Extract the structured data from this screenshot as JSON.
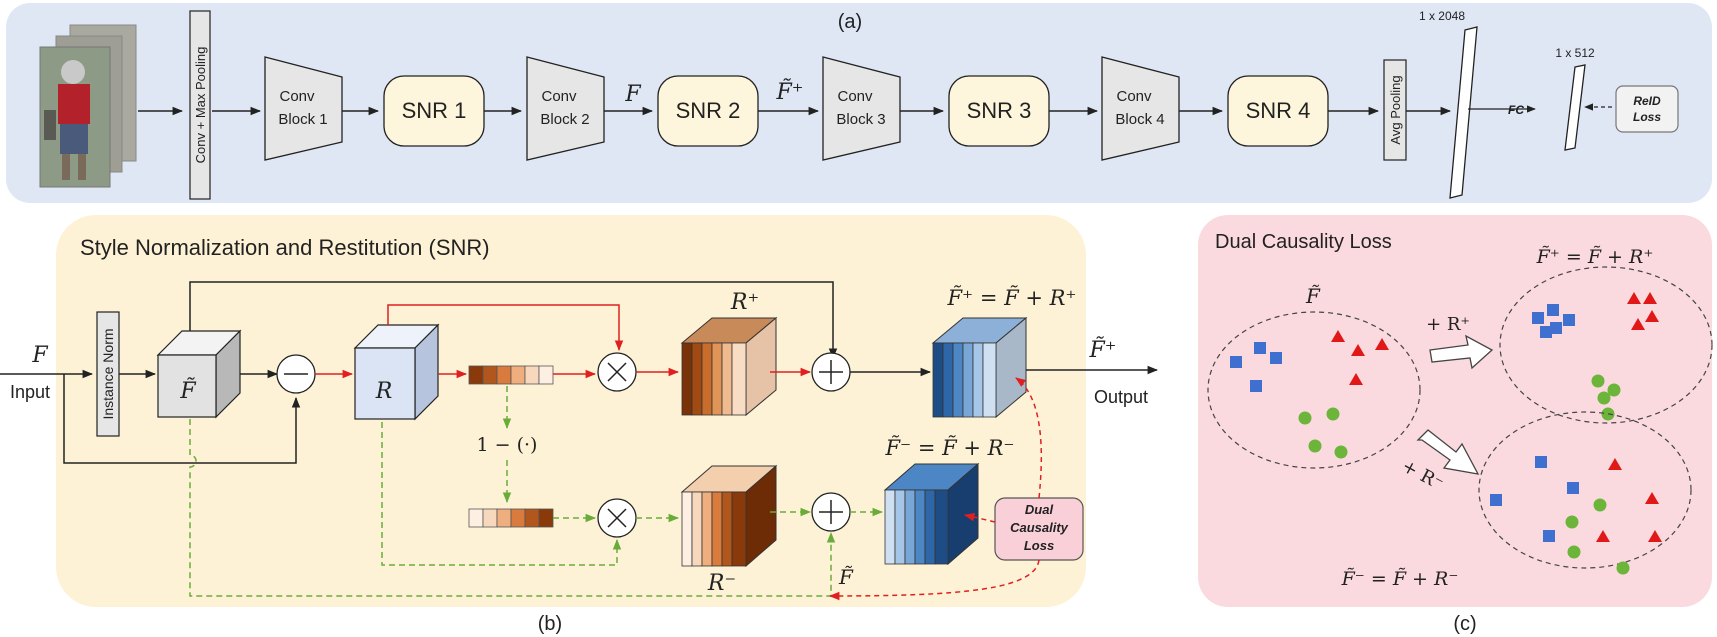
{
  "panels": {
    "a_label": "(a)",
    "b_label": "(b)",
    "c_label": "(c)"
  },
  "colors": {
    "panel_a_bg": "#dfe7f5",
    "panel_b_bg": "#fdf2d6",
    "panel_c_bg": "#fadadf",
    "snr_fill": "#fdf6dc",
    "block_fill": "#e6e6e6",
    "red_arrow": "#e02020",
    "green_arrow": "#6aac3a",
    "orange_dark": "#8a3a0a",
    "blue_dark": "#1e4d86",
    "square_blue": "#3f6fcf",
    "triangle_red": "#e01818",
    "circle_green": "#6cb43a"
  },
  "backbone": {
    "conv_maxpool": "Conv + Max Pooling",
    "conv_blocks": [
      {
        "line1": "Conv",
        "line2": "Block 1"
      },
      {
        "line1": "Conv",
        "line2": "Block 2"
      },
      {
        "line1": "Conv",
        "line2": "Block 3"
      },
      {
        "line1": "Conv",
        "line2": "Block 4"
      }
    ],
    "snr_blocks": [
      "SNR 1",
      "SNR 2",
      "SNR 3",
      "SNR 4"
    ],
    "f_label": "F",
    "f_tilde_plus_label": "F̃⁺",
    "avg_pooling": "Avg Pooling",
    "dim_2048": "1 x 2048",
    "dim_512": "1 x 512",
    "fc": "FC",
    "reid_loss_line1": "ReID",
    "reid_loss_line2": "Loss"
  },
  "snr": {
    "title": "Style Normalization and Restitution (SNR)",
    "input_f": "F",
    "input_label": "Input",
    "instance_norm": "Instance Norm",
    "f_tilde": "F̃",
    "r_label": "R",
    "r_plus": "R⁺",
    "r_minus": "R⁻",
    "one_minus": "1 − (·)",
    "f_plus_eq": "F̃⁺ = F̃ + R⁺",
    "f_minus_eq": "F̃⁻ = F̃ + R⁻",
    "output_f": "F̃⁺",
    "output_label": "Output",
    "f_tilde_bottom": "F̃",
    "dcl_line1": "Dual",
    "dcl_line2": "Causality",
    "dcl_line3": "Loss"
  },
  "dcl": {
    "title": "Dual Causality Loss",
    "f_tilde": "F̃",
    "plus_r_plus": "+ R⁺",
    "plus_r_minus": "+ R⁻",
    "f_plus_eq": "F̃⁺ = F̃ + R⁺",
    "f_minus_eq": "F̃⁻ = F̃ + R⁻"
  }
}
